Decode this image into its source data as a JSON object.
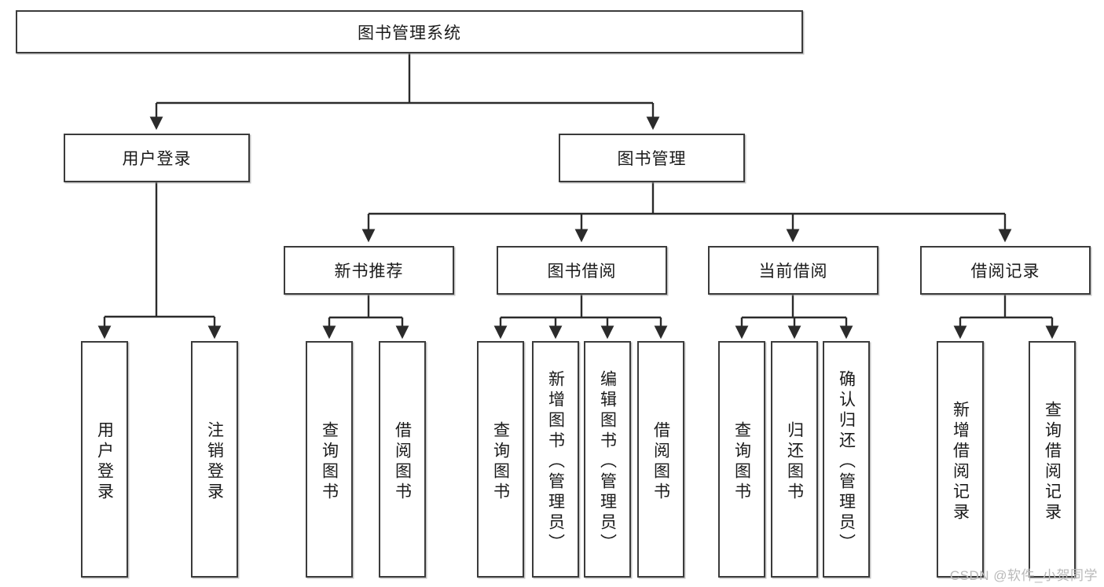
{
  "diagram": {
    "title": "图书管理系统",
    "type": "tree",
    "colors": {
      "border": "#3b3b3b",
      "background": "#ffffff",
      "text": "#1a1a1a",
      "connector": "#2b2b2b",
      "watermark": "#b9b9b9"
    },
    "root": {
      "label": "图书管理系统"
    },
    "level2": [
      {
        "label": "用户登录"
      },
      {
        "label": "图书管理"
      }
    ],
    "level3": [
      {
        "label": "新书推荐"
      },
      {
        "label": "图书借阅"
      },
      {
        "label": "当前借阅"
      },
      {
        "label": "借阅记录"
      }
    ],
    "leaves": {
      "user_login": [
        {
          "label": "用户登录"
        },
        {
          "label": "注销登录"
        }
      ],
      "new_book": [
        {
          "label": "查询图书"
        },
        {
          "label": "借阅图书"
        }
      ],
      "book_borrow": [
        {
          "label": "查询图书"
        },
        {
          "label": "新增图书（管理员）"
        },
        {
          "label": "编辑图书（管理员）"
        },
        {
          "label": "借阅图书"
        }
      ],
      "current_borrow": [
        {
          "label": "查询图书"
        },
        {
          "label": "归还图书"
        },
        {
          "label": "确认归还（管理员）"
        }
      ],
      "borrow_record": [
        {
          "label": "新增借阅记录"
        },
        {
          "label": "查询借阅记录"
        }
      ]
    }
  },
  "watermark": {
    "text": "CSDN @软件_小贺同学"
  }
}
